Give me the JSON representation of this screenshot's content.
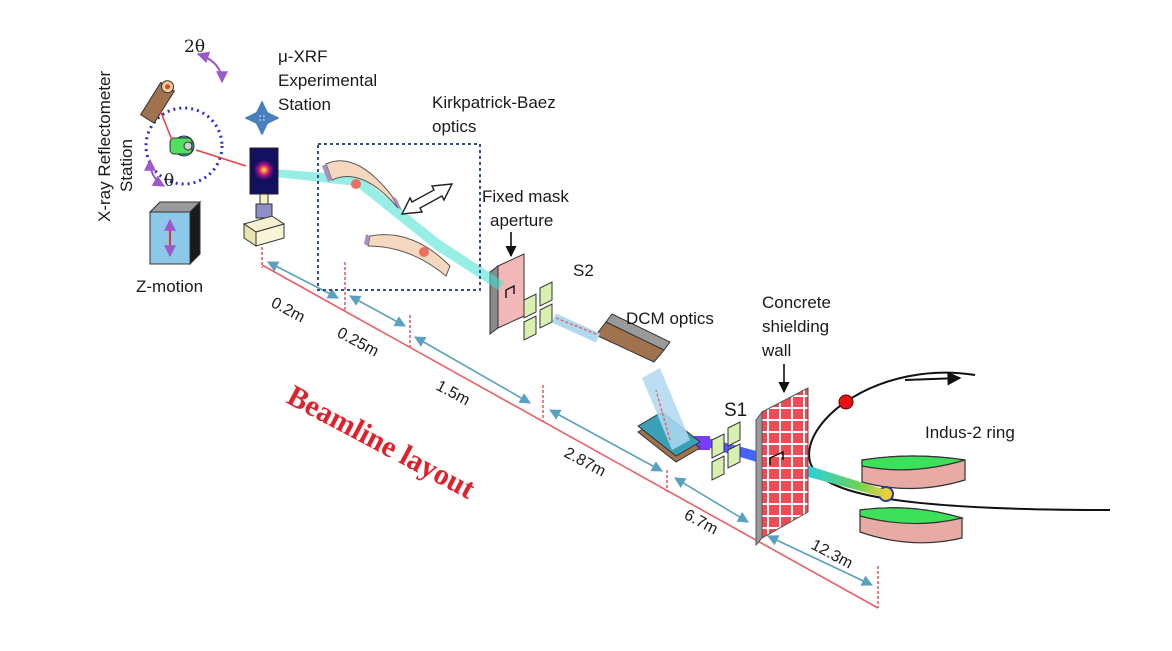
{
  "title": "Beamline layout",
  "labels": {
    "reflectometer": [
      "X-ray Reflectometer",
      "Station"
    ],
    "two_theta": "2θ",
    "theta": "θ",
    "z_motion": "Z-motion",
    "uxrf": [
      "μ-XRF",
      "Experimental",
      "Station"
    ],
    "kb": [
      "Kirkpatrick-Baez",
      "optics"
    ],
    "mask": [
      "Fixed mask",
      "aperture"
    ],
    "s2": "S2",
    "dcm": "DCM optics",
    "s1": "S1",
    "wall": [
      "Concrete",
      "shielding",
      "wall"
    ],
    "ring": "Indus-2 ring"
  },
  "distances": [
    "0.2m",
    "0.25m",
    "1.5m",
    "2.87m",
    "6.7m",
    "12.3m"
  ],
  "colors": {
    "title": "#e0202a",
    "dimension_arrow": "#5aa0c0",
    "baseline": "#e8606a",
    "dotted_box": "#2f4f8f",
    "orbit": "#2b2bd0",
    "rotation_arrow": "#9b59c9",
    "beam_cyan": "#40e0d0",
    "wall_brick": "#f04a55",
    "ring_magnet_top": "#3de05a",
    "ring_magnet_side": "#e8aaa5"
  }
}
